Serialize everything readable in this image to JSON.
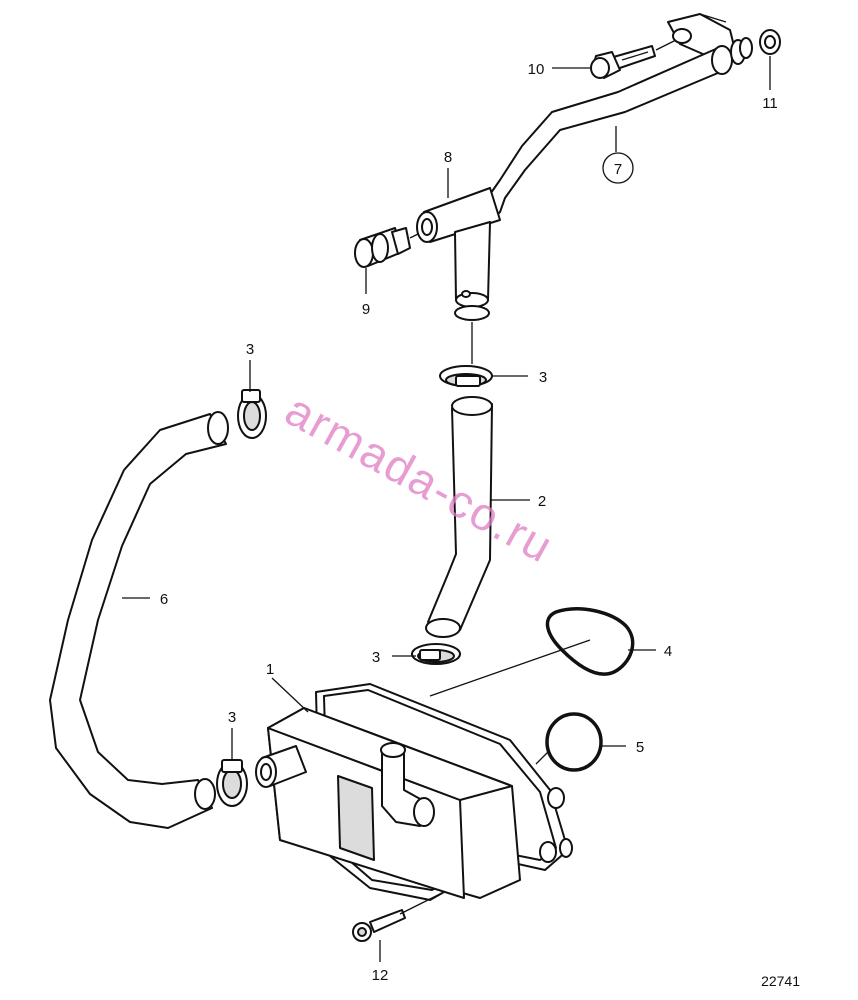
{
  "diagram": {
    "reference_number": "22741",
    "watermark": "armada-co.ru",
    "callouts": [
      {
        "id": "c1",
        "label": "1"
      },
      {
        "id": "c2",
        "label": "2"
      },
      {
        "id": "c3a",
        "label": "3"
      },
      {
        "id": "c3b",
        "label": "3"
      },
      {
        "id": "c3c",
        "label": "3"
      },
      {
        "id": "c3d",
        "label": "3"
      },
      {
        "id": "c4",
        "label": "4"
      },
      {
        "id": "c5",
        "label": "5"
      },
      {
        "id": "c6",
        "label": "6"
      },
      {
        "id": "c7",
        "label": "7"
      },
      {
        "id": "c8",
        "label": "8"
      },
      {
        "id": "c9",
        "label": "9"
      },
      {
        "id": "c10",
        "label": "10"
      },
      {
        "id": "c11",
        "label": "11"
      },
      {
        "id": "c12",
        "label": "12"
      }
    ]
  }
}
